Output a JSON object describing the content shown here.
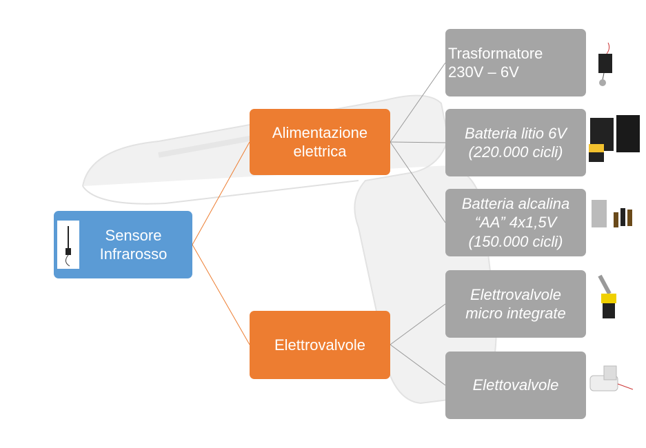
{
  "root": {
    "label_line1": "Sensore",
    "label_line2": "Infrarosso",
    "color": "#5B9BD5"
  },
  "branches": [
    {
      "label_line1": "Alimentazione",
      "label_line2": "elettrica",
      "color": "#ED7D31"
    },
    {
      "label_line1": "Elettrovalvole",
      "color": "#ED7D31"
    }
  ],
  "leaves": [
    {
      "line1": "Trasformatore",
      "line2": "230V – 6V",
      "icon": "transformer-icon"
    },
    {
      "line1": "Batteria litio 6V",
      "line2": "(220.000 cicli)",
      "icon": "lithium-battery-icon"
    },
    {
      "line1": "Batteria alcalina",
      "line2": "“AA” 4x1,5V",
      "line3": "(150.000 cicli)",
      "icon": "aa-battery-icon"
    },
    {
      "line1": "Elettrovalvole",
      "line2": "micro integrate",
      "icon": "micro-valve-icon"
    },
    {
      "line1": "Elettovalvole",
      "icon": "solenoid-valve-icon"
    }
  ],
  "leaf_color": "#A5A5A5"
}
